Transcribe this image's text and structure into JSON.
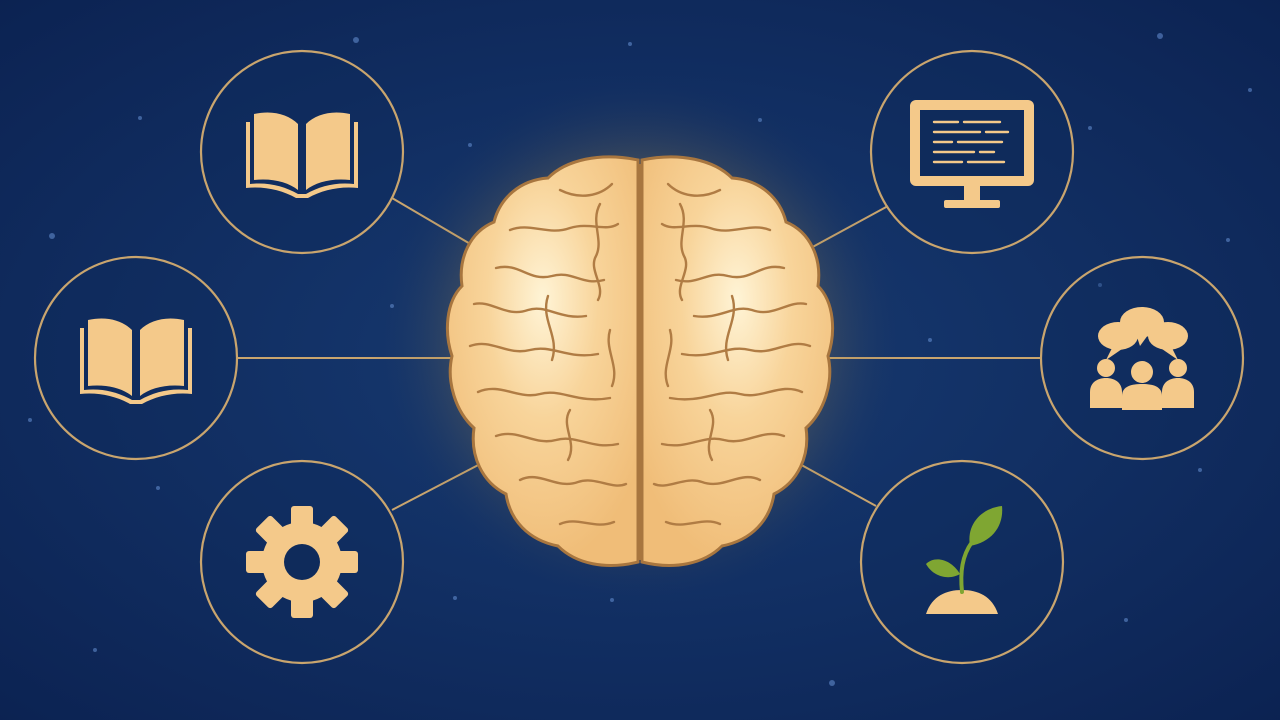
{
  "colors": {
    "background": "#0f2b5b",
    "background_dark": "#0a1f45",
    "accent": "#f4c98a",
    "line": "#c9a56e",
    "brain_fill": "#f6c887",
    "brain_stroke": "#a8763f",
    "glow": "#fff3c4",
    "leaf": "#7fa632"
  },
  "nodes": [
    {
      "name": "book-node-top-left",
      "icon": "open-book-icon"
    },
    {
      "name": "book-node-left",
      "icon": "open-book-icon"
    },
    {
      "name": "settings-node-bottom-left",
      "icon": "gear-icon"
    },
    {
      "name": "computer-node-top-right",
      "icon": "monitor-icon"
    },
    {
      "name": "community-node-right",
      "icon": "people-discussion-icon"
    },
    {
      "name": "growth-node-bottom-right",
      "icon": "sprout-icon"
    }
  ],
  "center": {
    "icon": "brain-icon"
  }
}
